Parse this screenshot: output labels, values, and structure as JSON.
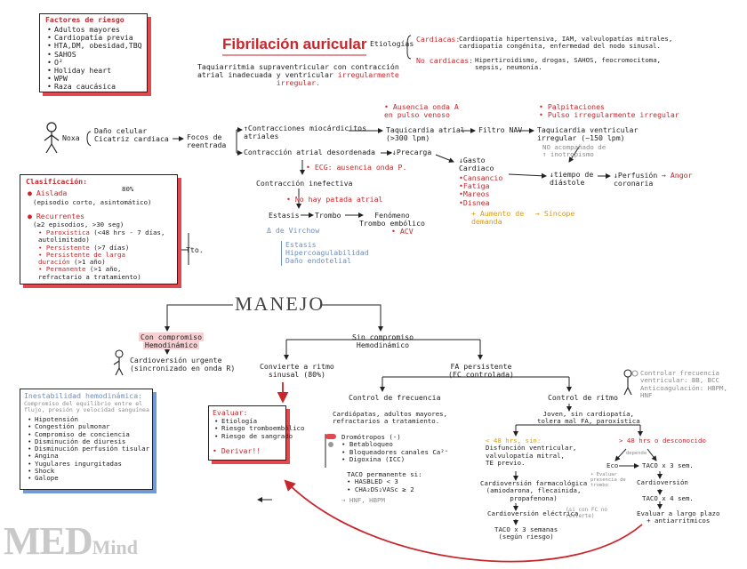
{
  "title": "Fibrilación auricular",
  "definition": [
    "Taquiarritmia supraventricular con contracción",
    "atrial inadecuada y ventricular ",
    "irregularmente",
    "irregular."
  ],
  "riesgo": {
    "title": "Factores de riesgo",
    "items": [
      "Adultos mayores",
      "Cardiopatía previa",
      "HTA,DM, obesidad,TBQ",
      "SAHOS",
      "O²",
      "Holiday heart",
      "WPW",
      "Raza caucásica"
    ]
  },
  "etiologias": {
    "label": "Etiologías",
    "cardiacas_label": "Cardiacas:",
    "cardiacas": [
      "Cardiopatía hipertensiva, IAM, valvulopatías mitrales,",
      "cardiopatía congénita, enfermedad del nodo sinusal."
    ],
    "no_cardiacas_label": "No cardiacas:",
    "no_cardiacas": [
      "Hipertiroidismo, drogas, SAHOS, feocromocitoma,",
      "sepsis, neumonía."
    ]
  },
  "noxa": {
    "label": "Noxa",
    "items": [
      "Daño celular",
      "Cicatriz cardiaca"
    ],
    "focos": [
      "Focos de",
      "reentrada"
    ]
  },
  "flow": {
    "contracciones": [
      "↑Contracciones miocárdicitos",
      "atriales"
    ],
    "ausencia_p": [
      "• Ausencia onda A",
      "en pulso venoso"
    ],
    "taqui_atrial": [
      "Taquicardia atrial",
      "(>300 lpm)"
    ],
    "filtro": "Filtro NAV",
    "palpitaciones": [
      "• Palpitaciones",
      "• Pulso irregularmente irregular"
    ],
    "taqui_ventricular": [
      "Taquicardia ventricular",
      "irregular (~150 lpm)"
    ],
    "no_acomp": [
      "NO acompañado de",
      "↑ inotropismo"
    ],
    "contraccion_desordenada": "Contracción atrial desordenada",
    "precarga": "→↓Precarga",
    "ecg": "• ECG: ausencia onda P.",
    "gasto": [
      "↓Gasto",
      "Cardiaco"
    ],
    "sintomas": [
      "•Cansancio",
      "•Fatiga",
      "•Mareos",
      "•Disnea"
    ],
    "tiempo_diastole": [
      "↓tiempo de",
      "diástole"
    ],
    "perfusion": [
      "↓Perfusión",
      "coronaria"
    ],
    "angor": "→ Angor",
    "aumento": [
      "+ Aumento de",
      "demanda"
    ],
    "sincope": "→ Síncope",
    "inefectiva": "Contracción inefectiva",
    "no_patada": "• No hay patada atrial",
    "estasis": "Estasis",
    "trombo": "Trombo",
    "fenomeno": [
      "Fenómeno",
      "Trombo embólico"
    ],
    "acv": "• ACV",
    "virchow_title": "Δ de Virchow",
    "virchow": [
      "Estasis",
      "Hipercoagulabilidad",
      "Daño endotelial"
    ]
  },
  "clasificacion": {
    "title": "Clasificación:",
    "aislada": "Aislada",
    "aislada_desc": "(episodio corto,",
    "asintomatico": "asintomático)",
    "pct80": "80%",
    "recurrentes": "Recurrentes",
    "rec_desc": "(≥2 episodios, >30 seg)",
    "items": [
      [
        "• Paroxística",
        " (<48 hrs - 7 días,"
      ],
      [
        "",
        "autolimitado)"
      ],
      [
        "• Persistente",
        " (>7 días)"
      ],
      [
        "• Persistente de larga",
        ""
      ],
      [
        "duración",
        " (>1 año)"
      ],
      [
        "• Permanente",
        " (>1 año,"
      ],
      [
        "",
        "refractario a tratamiento)"
      ]
    ],
    "tto": "Tto."
  },
  "manejo": "MANEJO",
  "con_comp": [
    "Con compromiso",
    "Hemodinámico"
  ],
  "cardioversion_urgente": [
    "Cardioversión urgente",
    "(sincronizado en onda R)"
  ],
  "sin_comp": [
    "Sin compromiso",
    "Hemodinámico"
  ],
  "convierte": [
    "Convierte a ritmo",
    "sinusal (80%)"
  ],
  "fa_persistente": [
    "FA persistente",
    "(FC controlada)"
  ],
  "evaluar": {
    "title": "Evaluar:",
    "items": [
      "Etiología",
      "Riesgo tromboembólico",
      "Riesgo de sangrado"
    ],
    "derivar": "• Derivar!!"
  },
  "inestabilidad": {
    "title": "Inestabilidad hemodinámica:",
    "desc": [
      "Compromiso del equilibrio entre el",
      "flujo, presión y velocidad sanguínea"
    ],
    "items": [
      "Hipotensión",
      "Congestión pulmonar",
      "Compromiso de conciencia",
      "Disminución de diuresis",
      "Disminución perfusión tisular",
      "Angina",
      "Yugulares ingurgitadas",
      "Shock",
      "Galope"
    ]
  },
  "control_fc": {
    "title": "Control de frecuencia",
    "desc": [
      "Cardiópatas, adultos mayores,",
      "refractarios a tratamiento."
    ],
    "drom_title": "Dromótropos (-)",
    "drom": [
      "• Betabloqueo",
      "• Bloqueadores canales Ca²⁺",
      "• Digoxina (ICC)"
    ],
    "taco_title": "TACO permanente si:",
    "taco": [
      "• HASBLED < 3",
      "• CHA₂DS₂VASc ≥ 2"
    ],
    "hnf": "→ HNF, HBPM"
  },
  "control_ritmo": {
    "title": "Control de ritmo",
    "joven": [
      "Joven, sin cardiopatía,",
      "tolera mal FA, paroxística"
    ],
    "lt48": "< 48 hrs, sin:",
    "lt48_items": [
      "Disfunción ventricular,",
      "valvulopatía mitral,",
      "TE previo."
    ],
    "farmaco": [
      "Cardioversión farmacológica",
      "(amiodarona, flecainida,",
      "propafenona)"
    ],
    "electrica": "Cardioversión eléctrica",
    "electrica_note": [
      "(si con FC no",
      "revierte)"
    ],
    "taco3": [
      "TACO x 3 semanas",
      "(según riesgo)"
    ],
    "gt48": "> 48 hrs o desconocido",
    "eco": "Eco",
    "trombo_note": [
      "• Evaluar",
      "presencia de",
      "trombo"
    ],
    "dep1": "depende",
    "taco3sem": "TACO x 3 sem.",
    "cardio2": "Cardioversión",
    "taco4": "TACO x 4 sem.",
    "evaluar_largo": [
      "Evaluar a largo plazo",
      "+ antiarrítmicos"
    ]
  },
  "control_note": [
    "Controlar frecuencia",
    "ventricular: BB, BCC",
    "Anticoagulación: HBPM,",
    "HNF"
  ],
  "logo": {
    "main": "MED",
    "sub": "Mind"
  }
}
